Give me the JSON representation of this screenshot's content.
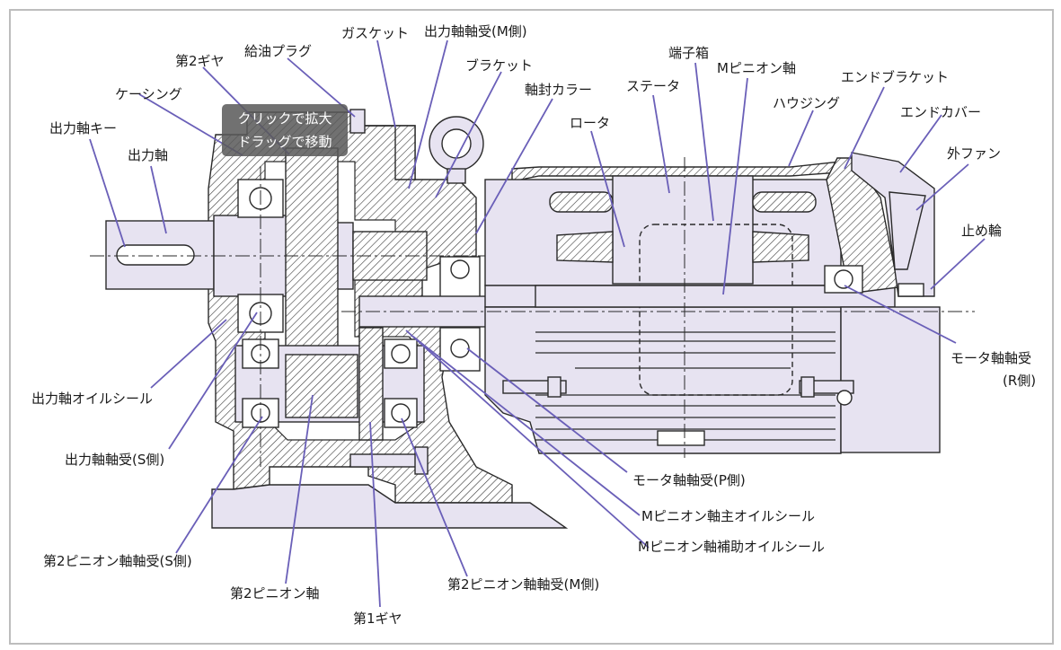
{
  "tooltip": {
    "line1": "クリックで拡大",
    "line2": "ドラッグで移動"
  },
  "labels": {
    "gasket": "ガスケット",
    "output_bearing_m": "出力軸軸受(M側)",
    "oil_plug": "給油プラグ",
    "second_gear": "第2ギヤ",
    "casing": "ケーシング",
    "output_key": "出力軸キー",
    "output_shaft": "出力軸",
    "bracket": "ブラケット",
    "seal_collar": "軸封カラー",
    "rotor": "ロータ",
    "stator": "ステータ",
    "terminal_box": "端子箱",
    "m_pinion_shaft": "Mピニオン軸",
    "housing": "ハウジング",
    "end_bracket": "エンドブラケット",
    "end_cover": "エンドカバー",
    "outer_fan": "外ファン",
    "retaining_ring": "止め輪",
    "motor_bearing_r": "モータ軸軸受",
    "motor_bearing_r2": "(R側)",
    "output_oil_seal": "出力軸オイルシール",
    "output_bearing_s": "出力軸軸受(S側)",
    "motor_bearing_p": "モータ軸軸受(P側)",
    "m_pinion_main_seal": "Mピニオン軸主オイルシール",
    "m_pinion_aux_seal": "Mピニオン軸補助オイルシール",
    "second_pinion_bearing_s": "第2ピニオン軸軸受(S側)",
    "second_pinion_bearing_m": "第2ピニオン軸軸受(M側)",
    "second_pinion_shaft": "第2ピニオン軸",
    "first_gear": "第1ギヤ"
  },
  "colors": {
    "leader": "#6a5fb8",
    "shade": "#e7e3f1",
    "line": "#2a2a2a"
  }
}
